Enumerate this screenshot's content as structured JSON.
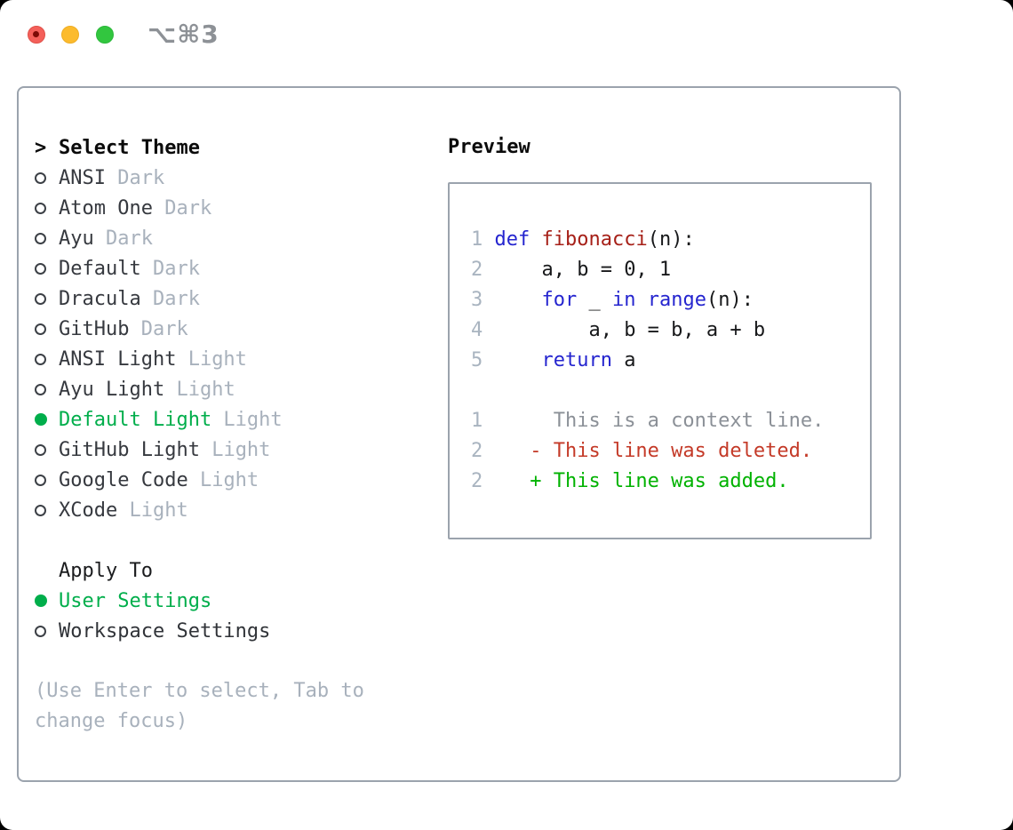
{
  "titlebar": {
    "shortcut": "⌥⌘3",
    "buttons": [
      "close",
      "minimize",
      "zoom"
    ]
  },
  "theme_select": {
    "prompt": ">",
    "title": "Select Theme",
    "options": [
      {
        "name": "ANSI",
        "variant": "Dark",
        "selected": false
      },
      {
        "name": "Atom One",
        "variant": "Dark",
        "selected": false
      },
      {
        "name": "Ayu",
        "variant": "Dark",
        "selected": false
      },
      {
        "name": "Default",
        "variant": "Dark",
        "selected": false
      },
      {
        "name": "Dracula",
        "variant": "Dark",
        "selected": false
      },
      {
        "name": "GitHub",
        "variant": "Dark",
        "selected": false
      },
      {
        "name": "ANSI Light",
        "variant": "Light",
        "selected": false
      },
      {
        "name": "Ayu Light",
        "variant": "Light",
        "selected": false
      },
      {
        "name": "Default Light",
        "variant": "Light",
        "selected": true
      },
      {
        "name": "GitHub Light",
        "variant": "Light",
        "selected": false
      },
      {
        "name": "Google Code",
        "variant": "Light",
        "selected": false
      },
      {
        "name": "XCode",
        "variant": "Light",
        "selected": false
      }
    ]
  },
  "apply_to": {
    "title": "Apply To",
    "options": [
      {
        "name": "User Settings",
        "selected": true
      },
      {
        "name": "Workspace Settings",
        "selected": false
      }
    ]
  },
  "help_text": "(Use Enter to select, Tab to change focus)",
  "preview": {
    "title": "Preview",
    "code_lines": [
      {
        "num": "1",
        "tokens": [
          {
            "t": " ",
            "c": "plain"
          },
          {
            "t": "def",
            "c": "keyword"
          },
          {
            "t": " ",
            "c": "plain"
          },
          {
            "t": "fibonacci",
            "c": "function"
          },
          {
            "t": "(n):",
            "c": "plain"
          }
        ]
      },
      {
        "num": "2",
        "tokens": [
          {
            "t": "     a, b = 0, 1",
            "c": "plain"
          }
        ]
      },
      {
        "num": "3",
        "tokens": [
          {
            "t": "     ",
            "c": "plain"
          },
          {
            "t": "for",
            "c": "keyword"
          },
          {
            "t": " _ ",
            "c": "plain"
          },
          {
            "t": "in",
            "c": "keyword"
          },
          {
            "t": " ",
            "c": "plain"
          },
          {
            "t": "range",
            "c": "keyword"
          },
          {
            "t": "(n):",
            "c": "plain"
          }
        ]
      },
      {
        "num": "4",
        "tokens": [
          {
            "t": "         a, b = b, a + b",
            "c": "plain"
          }
        ]
      },
      {
        "num": "5",
        "tokens": [
          {
            "t": "     ",
            "c": "plain"
          },
          {
            "t": "return",
            "c": "keyword"
          },
          {
            "t": " a",
            "c": "plain"
          }
        ]
      }
    ],
    "diff_lines": [
      {
        "num": "1",
        "tokens": [
          {
            "t": "      This is a context line.",
            "c": "context"
          }
        ]
      },
      {
        "num": "2",
        "tokens": [
          {
            "t": "    - This line was deleted.",
            "c": "deleted"
          }
        ]
      },
      {
        "num": "2",
        "tokens": [
          {
            "t": "    + This line was added.",
            "c": "added"
          }
        ]
      }
    ]
  },
  "colors": {
    "accent_green": "#00ae4b",
    "item_text": "#36393f",
    "muted": "#a8b1bc",
    "title": "#0b0b0b",
    "border": "#9ba3ad",
    "line_number": "#a9b4c0",
    "code_keyword": "#2525cf",
    "code_function": "#a62018",
    "code_plain": "#17181a",
    "diff_context": "#8b9097",
    "diff_deleted": "#c43a28",
    "diff_added": "#00b200",
    "traffic_red": "#f4605a",
    "traffic_yellow": "#fcbb2d",
    "traffic_green": "#32c63f"
  }
}
